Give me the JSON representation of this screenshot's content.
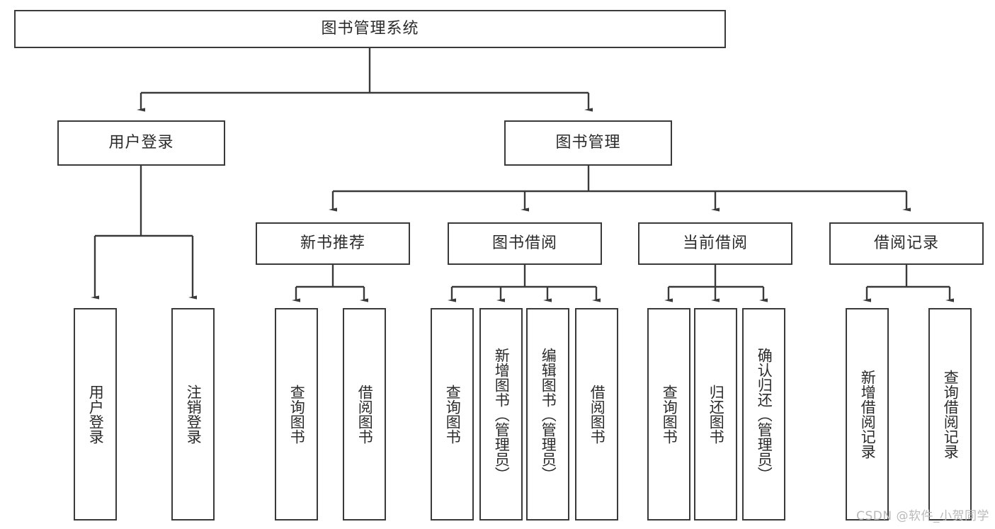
{
  "diagram": {
    "title": "图书管理系统",
    "type": "hierarchy-tree",
    "watermark": "CSDN @软件_小贺同学",
    "colors": {
      "box_border": "#3a3a3a",
      "box_fill": "#ffffff",
      "edge": "#3a3a3a",
      "text": "#2b2b2b",
      "watermark": "#b9b9b9",
      "background": "#ffffff"
    },
    "nodes": {
      "root": {
        "label": "图书管理系统"
      },
      "level2": [
        {
          "id": "user-login",
          "label": "用户登录"
        },
        {
          "id": "book-manage",
          "label": "图书管理"
        }
      ],
      "level3": [
        {
          "id": "new-book-recommend",
          "label": "新书推荐"
        },
        {
          "id": "book-borrow",
          "label": "图书借阅"
        },
        {
          "id": "current-borrow",
          "label": "当前借阅"
        },
        {
          "id": "borrow-record",
          "label": "借阅记录"
        }
      ],
      "leaves": {
        "user_login": [
          {
            "id": "leaf-user-login",
            "label": "用户登录"
          },
          {
            "id": "leaf-logout",
            "label": "注销登录"
          }
        ],
        "new_book_recommend": [
          {
            "id": "leaf-query-book-1",
            "label": "查询图书"
          },
          {
            "id": "leaf-borrow-book-1",
            "label": "借阅图书"
          }
        ],
        "book_borrow": [
          {
            "id": "leaf-query-book-2",
            "label": "查询图书"
          },
          {
            "id": "leaf-add-book",
            "label": "新增图书（管理员）"
          },
          {
            "id": "leaf-edit-book",
            "label": "编辑图书（管理员）"
          },
          {
            "id": "leaf-borrow-book-2",
            "label": "借阅图书"
          }
        ],
        "current_borrow": [
          {
            "id": "leaf-query-book-3",
            "label": "查询图书"
          },
          {
            "id": "leaf-return-book",
            "label": "归还图书"
          },
          {
            "id": "leaf-confirm-return",
            "label": "确认归还（管理员）"
          }
        ],
        "borrow_record": [
          {
            "id": "leaf-add-record",
            "label": "新增借阅记录"
          },
          {
            "id": "leaf-query-record",
            "label": "查询借阅记录"
          }
        ]
      }
    }
  }
}
